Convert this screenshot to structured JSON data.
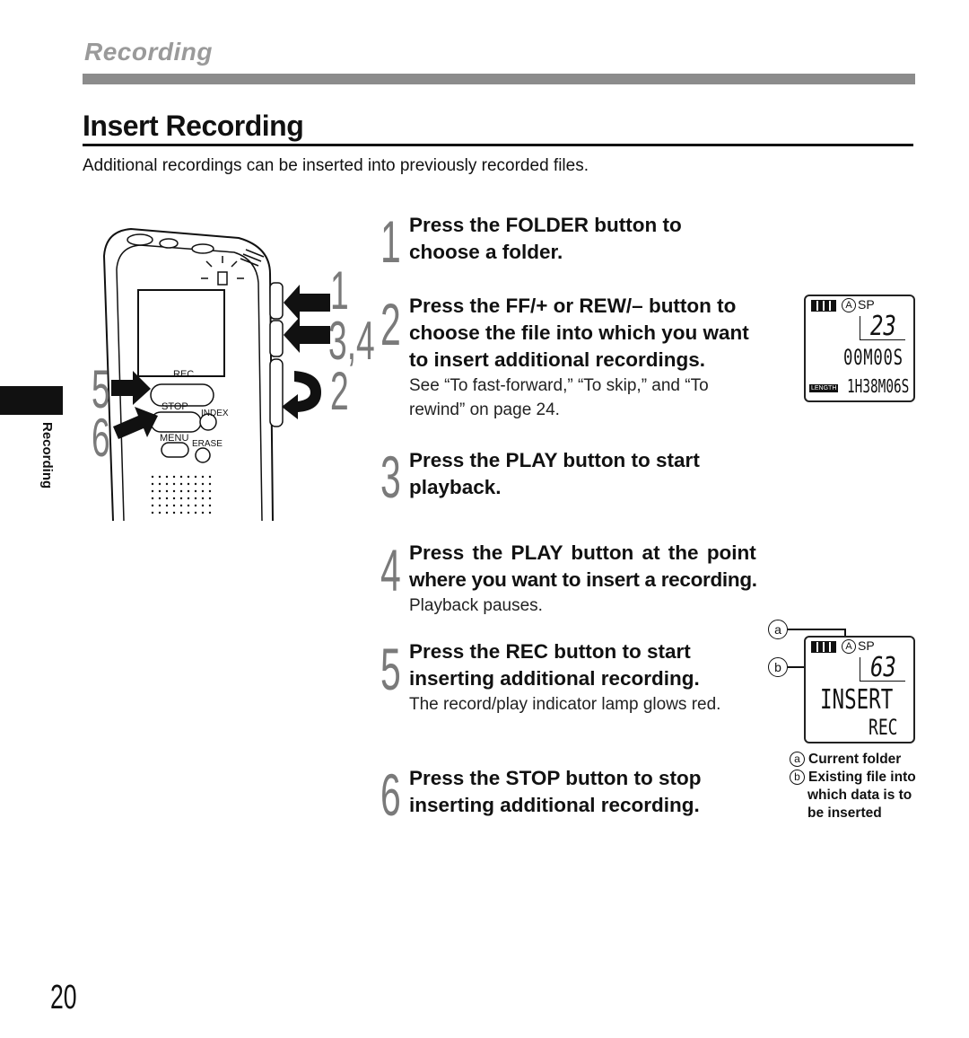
{
  "header": {
    "section": "Recording"
  },
  "title": "Insert Recording",
  "intro": "Additional recordings can be inserted into previously recorded files.",
  "side_tab": "Recording",
  "steps": [
    {
      "num": "1",
      "title": [
        "Press the FOLDER button to",
        "choose a folder."
      ],
      "note": []
    },
    {
      "num": "2",
      "title": [
        "Press the FF/+ or REW/– button to",
        "choose the file into which you want",
        "to insert additional recordings."
      ],
      "note": [
        "See “To fast-forward,” “To skip,” and “To",
        "rewind” on page 24."
      ]
    },
    {
      "num": "3",
      "title": [
        "Press the PLAY button to start",
        "playback."
      ],
      "note": []
    },
    {
      "num": "4",
      "title": [
        "Press the PLAY button at the point",
        "where you want to insert a recording."
      ],
      "note": [
        "Playback pauses."
      ]
    },
    {
      "num": "5",
      "title": [
        "Press the REC button to start",
        "inserting additional recording."
      ],
      "note": [
        "The record/play indicator lamp glows red."
      ]
    },
    {
      "num": "6",
      "title": [
        "Press the STOP button to stop",
        "inserting additional recording."
      ],
      "note": []
    }
  ],
  "device": {
    "callouts": {
      "c1": "1",
      "c34": "3,4",
      "c2": "2",
      "c5": "5",
      "c6": "6"
    },
    "buttons": {
      "rec": "REC",
      "stop": "STOP",
      "index": "INDEX",
      "menu": "MENU",
      "erase": "ERASE"
    }
  },
  "lcd1": {
    "folder": "A",
    "mode": "SP",
    "file": "23",
    "time": "00M00S",
    "length_label": "LENGTH",
    "length": "1H38M06S"
  },
  "lcd2": {
    "folder": "A",
    "mode": "SP",
    "file": "63",
    "status": "INSERT",
    "rec": "REC"
  },
  "callout_labels": {
    "a": "a",
    "b": "b"
  },
  "legend": [
    {
      "key": "a",
      "lines": [
        "Current folder"
      ]
    },
    {
      "key": "b",
      "lines": [
        "Existing file into",
        "which data is to",
        "be inserted"
      ]
    }
  ],
  "page_number": "20",
  "colors": {
    "accent_grey": "#8c8c8c",
    "section_label": "#9a9a9a",
    "step_number": "#7a7a7a"
  }
}
